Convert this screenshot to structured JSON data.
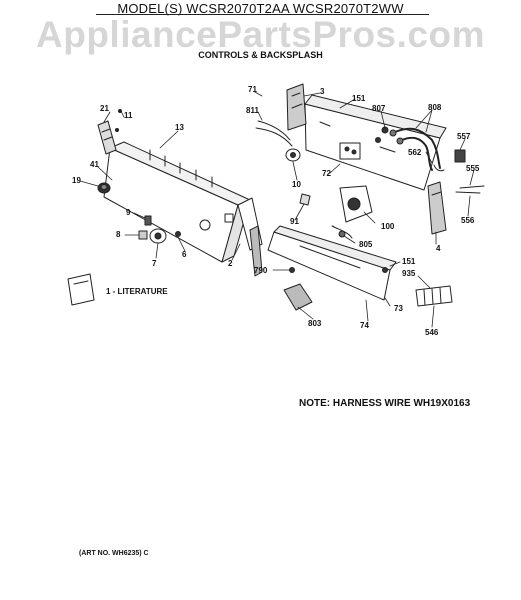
{
  "header": {
    "model_title": "MODEL(S) WCSR2070T2AA  WCSR2070T2WW",
    "watermark": "AppliancePartsPros.com",
    "section_title": "CONTROLS & BACKSPLASH"
  },
  "parts": [
    {
      "id": "21",
      "text": "21"
    },
    {
      "id": "11",
      "text": "11"
    },
    {
      "id": "13",
      "text": "13"
    },
    {
      "id": "41",
      "text": "41"
    },
    {
      "id": "19",
      "text": "19"
    },
    {
      "id": "9",
      "text": "9"
    },
    {
      "id": "8",
      "text": "8"
    },
    {
      "id": "7",
      "text": "7"
    },
    {
      "id": "6",
      "text": "6"
    },
    {
      "id": "2",
      "text": "2"
    },
    {
      "id": "71",
      "text": "71"
    },
    {
      "id": "811",
      "text": "811"
    },
    {
      "id": "3",
      "text": "3"
    },
    {
      "id": "151a",
      "text": "151"
    },
    {
      "id": "807",
      "text": "807"
    },
    {
      "id": "808",
      "text": "808"
    },
    {
      "id": "557",
      "text": "557"
    },
    {
      "id": "562",
      "text": "562"
    },
    {
      "id": "10",
      "text": "10"
    },
    {
      "id": "72",
      "text": "72"
    },
    {
      "id": "555",
      "text": "555"
    },
    {
      "id": "556",
      "text": "556"
    },
    {
      "id": "91",
      "text": "91"
    },
    {
      "id": "100",
      "text": "100"
    },
    {
      "id": "805",
      "text": "805"
    },
    {
      "id": "4",
      "text": "4"
    },
    {
      "id": "151b",
      "text": "151"
    },
    {
      "id": "935",
      "text": "935"
    },
    {
      "id": "790",
      "text": "790"
    },
    {
      "id": "73",
      "text": "73"
    },
    {
      "id": "803",
      "text": "803"
    },
    {
      "id": "74",
      "text": "74"
    },
    {
      "id": "546",
      "text": "546"
    }
  ],
  "literature_label": "1 - LITERATURE",
  "note": "NOTE: HARNESS WIRE WH19X0163",
  "art_number": "(ART NO. WH6235) C"
}
